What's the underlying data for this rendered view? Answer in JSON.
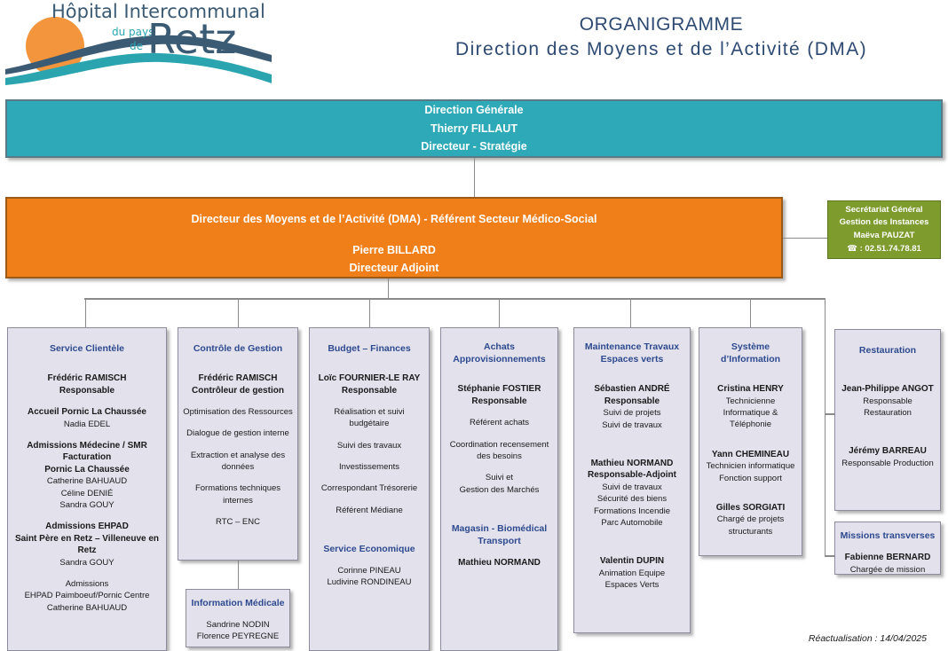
{
  "logo": {
    "line1": "Hôpital Intercommunal",
    "small1": "du pays",
    "small2": "de",
    "word": "Retz"
  },
  "header": {
    "title_line1": "ORGANIGRAMME",
    "title_line2": "Direction des Moyens et de l’Activité (DMA)"
  },
  "direction_generale": {
    "line1": "Direction Générale",
    "line2": "Thierry FILLAUT",
    "line3": "Directeur - Stratégie"
  },
  "dma": {
    "line1": "Directeur des Moyens et de l’Activité (DMA) - Référent Secteur Médico-Social",
    "line2": "Pierre BILLARD",
    "line3": "Directeur Adjoint"
  },
  "secretariat": {
    "line1": "Secrétariat Général",
    "line2": "Gestion des Instances",
    "line3": "Maëva PAUZAT",
    "line4": "☎ : 02.51.74.78.81"
  },
  "columns": [
    {
      "key": "service-clientele",
      "header": "Service  Clientèle",
      "blocks": [
        {
          "spacing": "grp-lg",
          "lines": [
            {
              "t": "Frédéric RAMISCH",
              "b": true
            },
            {
              "t": "Responsable",
              "b": true
            }
          ]
        },
        {
          "spacing": "grp",
          "lines": [
            {
              "t": "Accueil Pornic La Chaussée",
              "b": true
            },
            {
              "t": "Nadia EDEL",
              "b": false
            }
          ]
        },
        {
          "spacing": "grp",
          "lines": [
            {
              "t": "Admissions Médecine / SMR",
              "b": true
            },
            {
              "t": "Facturation",
              "b": true
            },
            {
              "t": "Pornic La Chaussée",
              "b": true
            },
            {
              "t": "Catherine BAHUAUD",
              "b": false
            },
            {
              "t": "Céline DENIÉ",
              "b": false
            },
            {
              "t": "Sandra GOUY",
              "b": false
            }
          ]
        },
        {
          "spacing": "grp",
          "lines": [
            {
              "t": "Admissions EHPAD",
              "b": true
            },
            {
              "t": "Saint Père en Retz – Villeneuve en Retz",
              "b": true
            },
            {
              "t": "Sandra GOUY",
              "b": false
            }
          ]
        },
        {
          "spacing": "grp",
          "lines": [
            {
              "t": "Admissions",
              "b": false
            },
            {
              "t": "EHPAD Paimboeuf/Pornic Centre",
              "b": false
            },
            {
              "t": "Catherine BAHUAUD",
              "b": false
            }
          ]
        }
      ]
    },
    {
      "key": "controle-de-gestion",
      "header": "Contrôle de Gestion",
      "blocks": [
        {
          "spacing": "grp-lg",
          "lines": [
            {
              "t": "Frédéric RAMISCH",
              "b": true
            },
            {
              "t": "Contrôleur de gestion",
              "b": true
            }
          ]
        },
        {
          "spacing": "grp",
          "lines": [
            {
              "t": "Optimisation des Ressources",
              "b": false
            }
          ]
        },
        {
          "spacing": "grp",
          "lines": [
            {
              "t": "Dialogue de gestion interne",
              "b": false
            }
          ]
        },
        {
          "spacing": "grp",
          "lines": [
            {
              "t": "Extraction et analyse des",
              "b": false
            },
            {
              "t": "données",
              "b": false
            }
          ]
        },
        {
          "spacing": "grp",
          "lines": [
            {
              "t": "Formations techniques",
              "b": false
            },
            {
              "t": "internes",
              "b": false
            }
          ]
        },
        {
          "spacing": "grp",
          "lines": [
            {
              "t": "RTC – ENC",
              "b": false
            }
          ]
        }
      ]
    },
    {
      "key": "budget-finances",
      "header": "Budget – Finances",
      "blocks": [
        {
          "spacing": "grp-lg",
          "lines": [
            {
              "t": "Loïc FOURNIER-LE RAY",
              "b": true
            },
            {
              "t": "Responsable",
              "b": true
            }
          ]
        },
        {
          "spacing": "grp",
          "lines": [
            {
              "t": "Réalisation et suivi budgétaire",
              "b": false
            }
          ]
        },
        {
          "spacing": "grp",
          "lines": [
            {
              "t": "Suivi des travaux",
              "b": false
            }
          ]
        },
        {
          "spacing": "grp",
          "lines": [
            {
              "t": "Investissements",
              "b": false
            }
          ]
        },
        {
          "spacing": "grp",
          "lines": [
            {
              "t": "Correspondant Trésorerie",
              "b": false
            }
          ]
        },
        {
          "spacing": "grp",
          "lines": [
            {
              "t": "Référent Médiane",
              "b": false
            }
          ]
        },
        {
          "spacing": "grp-xl",
          "lines": [
            {
              "t": "Service Economique",
              "b": false,
              "hdr": true
            }
          ]
        },
        {
          "spacing": "grp",
          "lines": [
            {
              "t": "Corinne PINEAU",
              "b": false
            },
            {
              "t": "Ludivine RONDINEAU",
              "b": false
            }
          ]
        }
      ]
    },
    {
      "key": "achats-approvisionnements",
      "header": "Achats\nApprovisionnements",
      "blocks": [
        {
          "spacing": "grp-lg",
          "lines": [
            {
              "t": "Stéphanie FOSTIER",
              "b": true
            },
            {
              "t": "Responsable",
              "b": true
            }
          ]
        },
        {
          "spacing": "grp",
          "lines": [
            {
              "t": "Référent achats",
              "b": false
            }
          ]
        },
        {
          "spacing": "grp",
          "lines": [
            {
              "t": "Coordination recensement",
              "b": false
            },
            {
              "t": "des besoins",
              "b": false
            }
          ]
        },
        {
          "spacing": "grp",
          "lines": [
            {
              "t": "Suivi et",
              "b": false
            },
            {
              "t": "Gestion des Marchés",
              "b": false
            }
          ]
        },
        {
          "spacing": "grp-xl",
          "lines": [
            {
              "t": "Magasin - Biomédical",
              "b": false,
              "hdr": true
            },
            {
              "t": "Transport",
              "b": false,
              "hdr": true
            }
          ]
        },
        {
          "spacing": "grp",
          "lines": [
            {
              "t": "Mathieu NORMAND",
              "b": true
            }
          ]
        }
      ]
    },
    {
      "key": "maintenance-travaux",
      "header": "Maintenance Travaux\nEspaces verts",
      "blocks": [
        {
          "spacing": "grp-lg",
          "lines": [
            {
              "t": "Sébastien ANDRÉ",
              "b": true
            },
            {
              "t": "Responsable",
              "b": true
            },
            {
              "t": "Suivi de projets",
              "b": false
            },
            {
              "t": "Suivi de travaux",
              "b": false
            }
          ]
        },
        {
          "spacing": "grp-xl",
          "lines": [
            {
              "t": "Mathieu NORMAND",
              "b": true
            },
            {
              "t": "Responsable-Adjoint",
              "b": true
            },
            {
              "t": "Suivi de travaux",
              "b": false
            },
            {
              "t": "Sécurité des biens",
              "b": false
            },
            {
              "t": "Formations Incendie",
              "b": false
            },
            {
              "t": "Parc Automobile",
              "b": false
            }
          ]
        },
        {
          "spacing": "grp-xl",
          "lines": [
            {
              "t": "Valentin DUPIN",
              "b": true
            },
            {
              "t": "Animation Equipe",
              "b": false
            },
            {
              "t": "Espaces Verts",
              "b": false
            }
          ]
        }
      ]
    },
    {
      "key": "systeme-d-information",
      "header": "Système d’Information",
      "blocks": [
        {
          "spacing": "grp-lg",
          "lines": [
            {
              "t": "Cristina HENRY",
              "b": true
            },
            {
              "t": "Technicienne",
              "b": false
            },
            {
              "t": "Informatique &",
              "b": false
            },
            {
              "t": "Téléphonie",
              "b": false
            }
          ]
        },
        {
          "spacing": "grp-lg",
          "lines": [
            {
              "t": "Yann CHEMINEAU",
              "b": true
            },
            {
              "t": "Technicien informatique",
              "b": false
            },
            {
              "t": "Fonction support",
              "b": false
            }
          ]
        },
        {
          "spacing": "grp-lg",
          "lines": [
            {
              "t": "Gilles SORGIATI",
              "b": true
            },
            {
              "t": "Chargé de projets",
              "b": false
            },
            {
              "t": "structurants",
              "b": false
            }
          ]
        }
      ]
    }
  ],
  "information_medicale": {
    "header": "Information Médicale",
    "lines": [
      "Sandrine NODIN",
      "Florence PEYREGNE"
    ]
  },
  "restauration": {
    "header": "Restauration",
    "blocks": [
      {
        "spacing": "grp-xl",
        "lines": [
          {
            "t": "Jean-Philippe ANGOT",
            "b": true
          },
          {
            "t": "Responsable Restauration",
            "b": false
          }
        ]
      },
      {
        "spacing": "grp-xl",
        "lines": [
          {
            "t": "Jérémy BARREAU",
            "b": true
          },
          {
            "t": "Responsable Production",
            "b": false
          }
        ]
      }
    ]
  },
  "missions_transverses": {
    "header": "Missions transverses",
    "blocks": [
      {
        "spacing": "grp",
        "lines": [
          {
            "t": "Fabienne BERNARD",
            "b": true
          },
          {
            "t": "Chargée de mission",
            "b": false
          }
        ]
      }
    ]
  },
  "footer": {
    "text": "Réactualisation : 14/04/2025"
  },
  "colors": {
    "teal": "#2DA9B8",
    "orange": "#F07F1A",
    "green": "#7E9B2E",
    "lavender": "#E2E1EC",
    "header_blue": "#2E4A8F",
    "title_blue": "#2E4A72",
    "connector": "#8A8A8A"
  }
}
